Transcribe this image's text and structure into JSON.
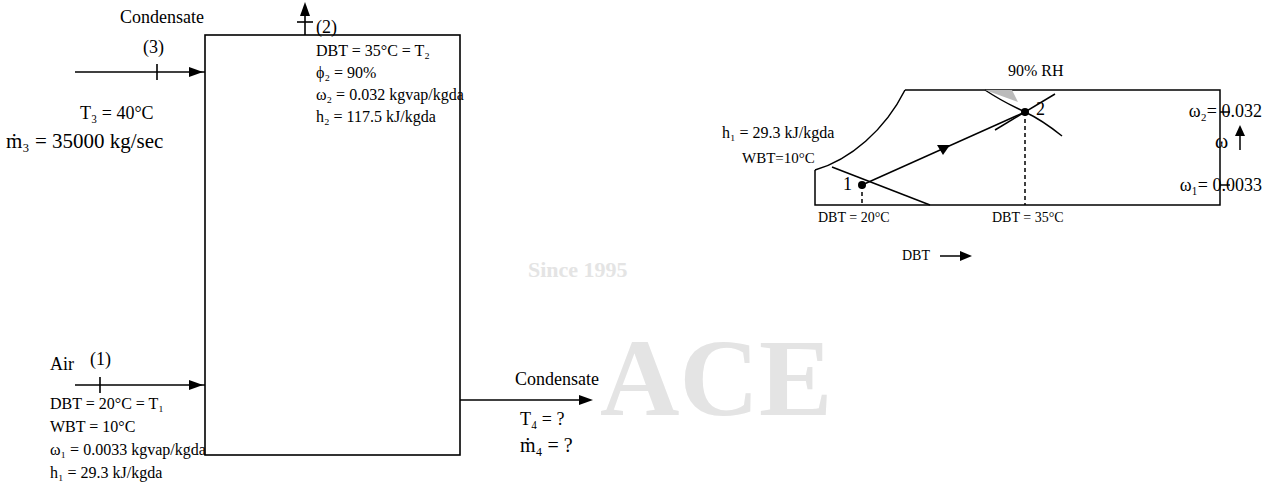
{
  "diagram": {
    "labels": [
      "Condensate",
      "(3)",
      "T₃ = 40°C",
      "ṁ₃ = 35000 kg/sec",
      "(2)",
      "DBT = 35°C = T₂",
      "ϕ₂ = 90%",
      "ω₂ = 0.032 kgvap/kgda",
      "h₂ = 117.5 kJ/kgda",
      "Air",
      "(1)",
      "DBT = 20°C = T₁",
      "WBT = 10°C",
      "ω₁ = 0.0033 kgvap/kgda",
      "h₁ = 29.3 kJ/kgda",
      "Condensate",
      "T₄ = ?",
      "ṁ₄ = ?",
      "90% RH",
      "2",
      "ω₂= 0.032",
      "ω",
      "h₁ = 29.3 kJ/kgda",
      "WBT=10°C",
      "1",
      "ω₁= 0.0033",
      "DBT = 20°C",
      "DBT = 35°C",
      "DBT",
      "Since 1995",
      "ACE"
    ]
  }
}
